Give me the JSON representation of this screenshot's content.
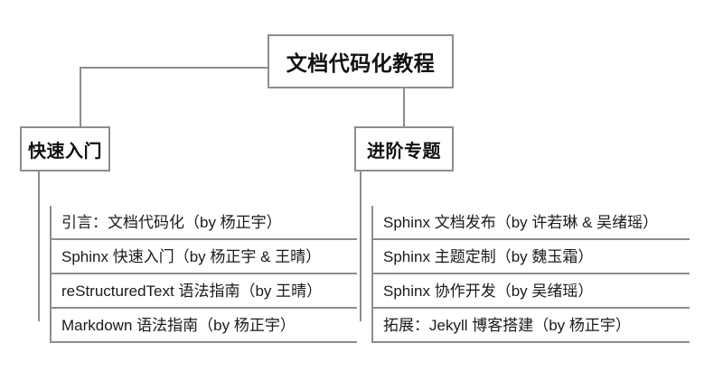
{
  "diagram": {
    "type": "tree",
    "title": "文档代码化教程",
    "root": {
      "label": "文档代码化教程"
    },
    "branches": [
      {
        "label": "快速入门",
        "items": [
          "引言：文档代码化（by 杨正宇）",
          "Sphinx 快速入门（by 杨正宇 & 王晴）",
          "reStructuredText 语法指南（by 王晴）",
          "Markdown 语法指南（by 杨正宇）"
        ]
      },
      {
        "label": "进阶专题",
        "items": [
          "Sphinx 文档发布（by 许若琳 & 吴绪瑶）",
          "Sphinx 主题定制（by 魏玉霜）",
          "Sphinx 协作开发（by 吴绪瑶）",
          "拓展：Jekyll 博客搭建（by 杨正宇）"
        ]
      }
    ],
    "colors": {
      "line": "#8d8d8d",
      "text": "#1a1a1a",
      "background": "#ffffff"
    }
  }
}
